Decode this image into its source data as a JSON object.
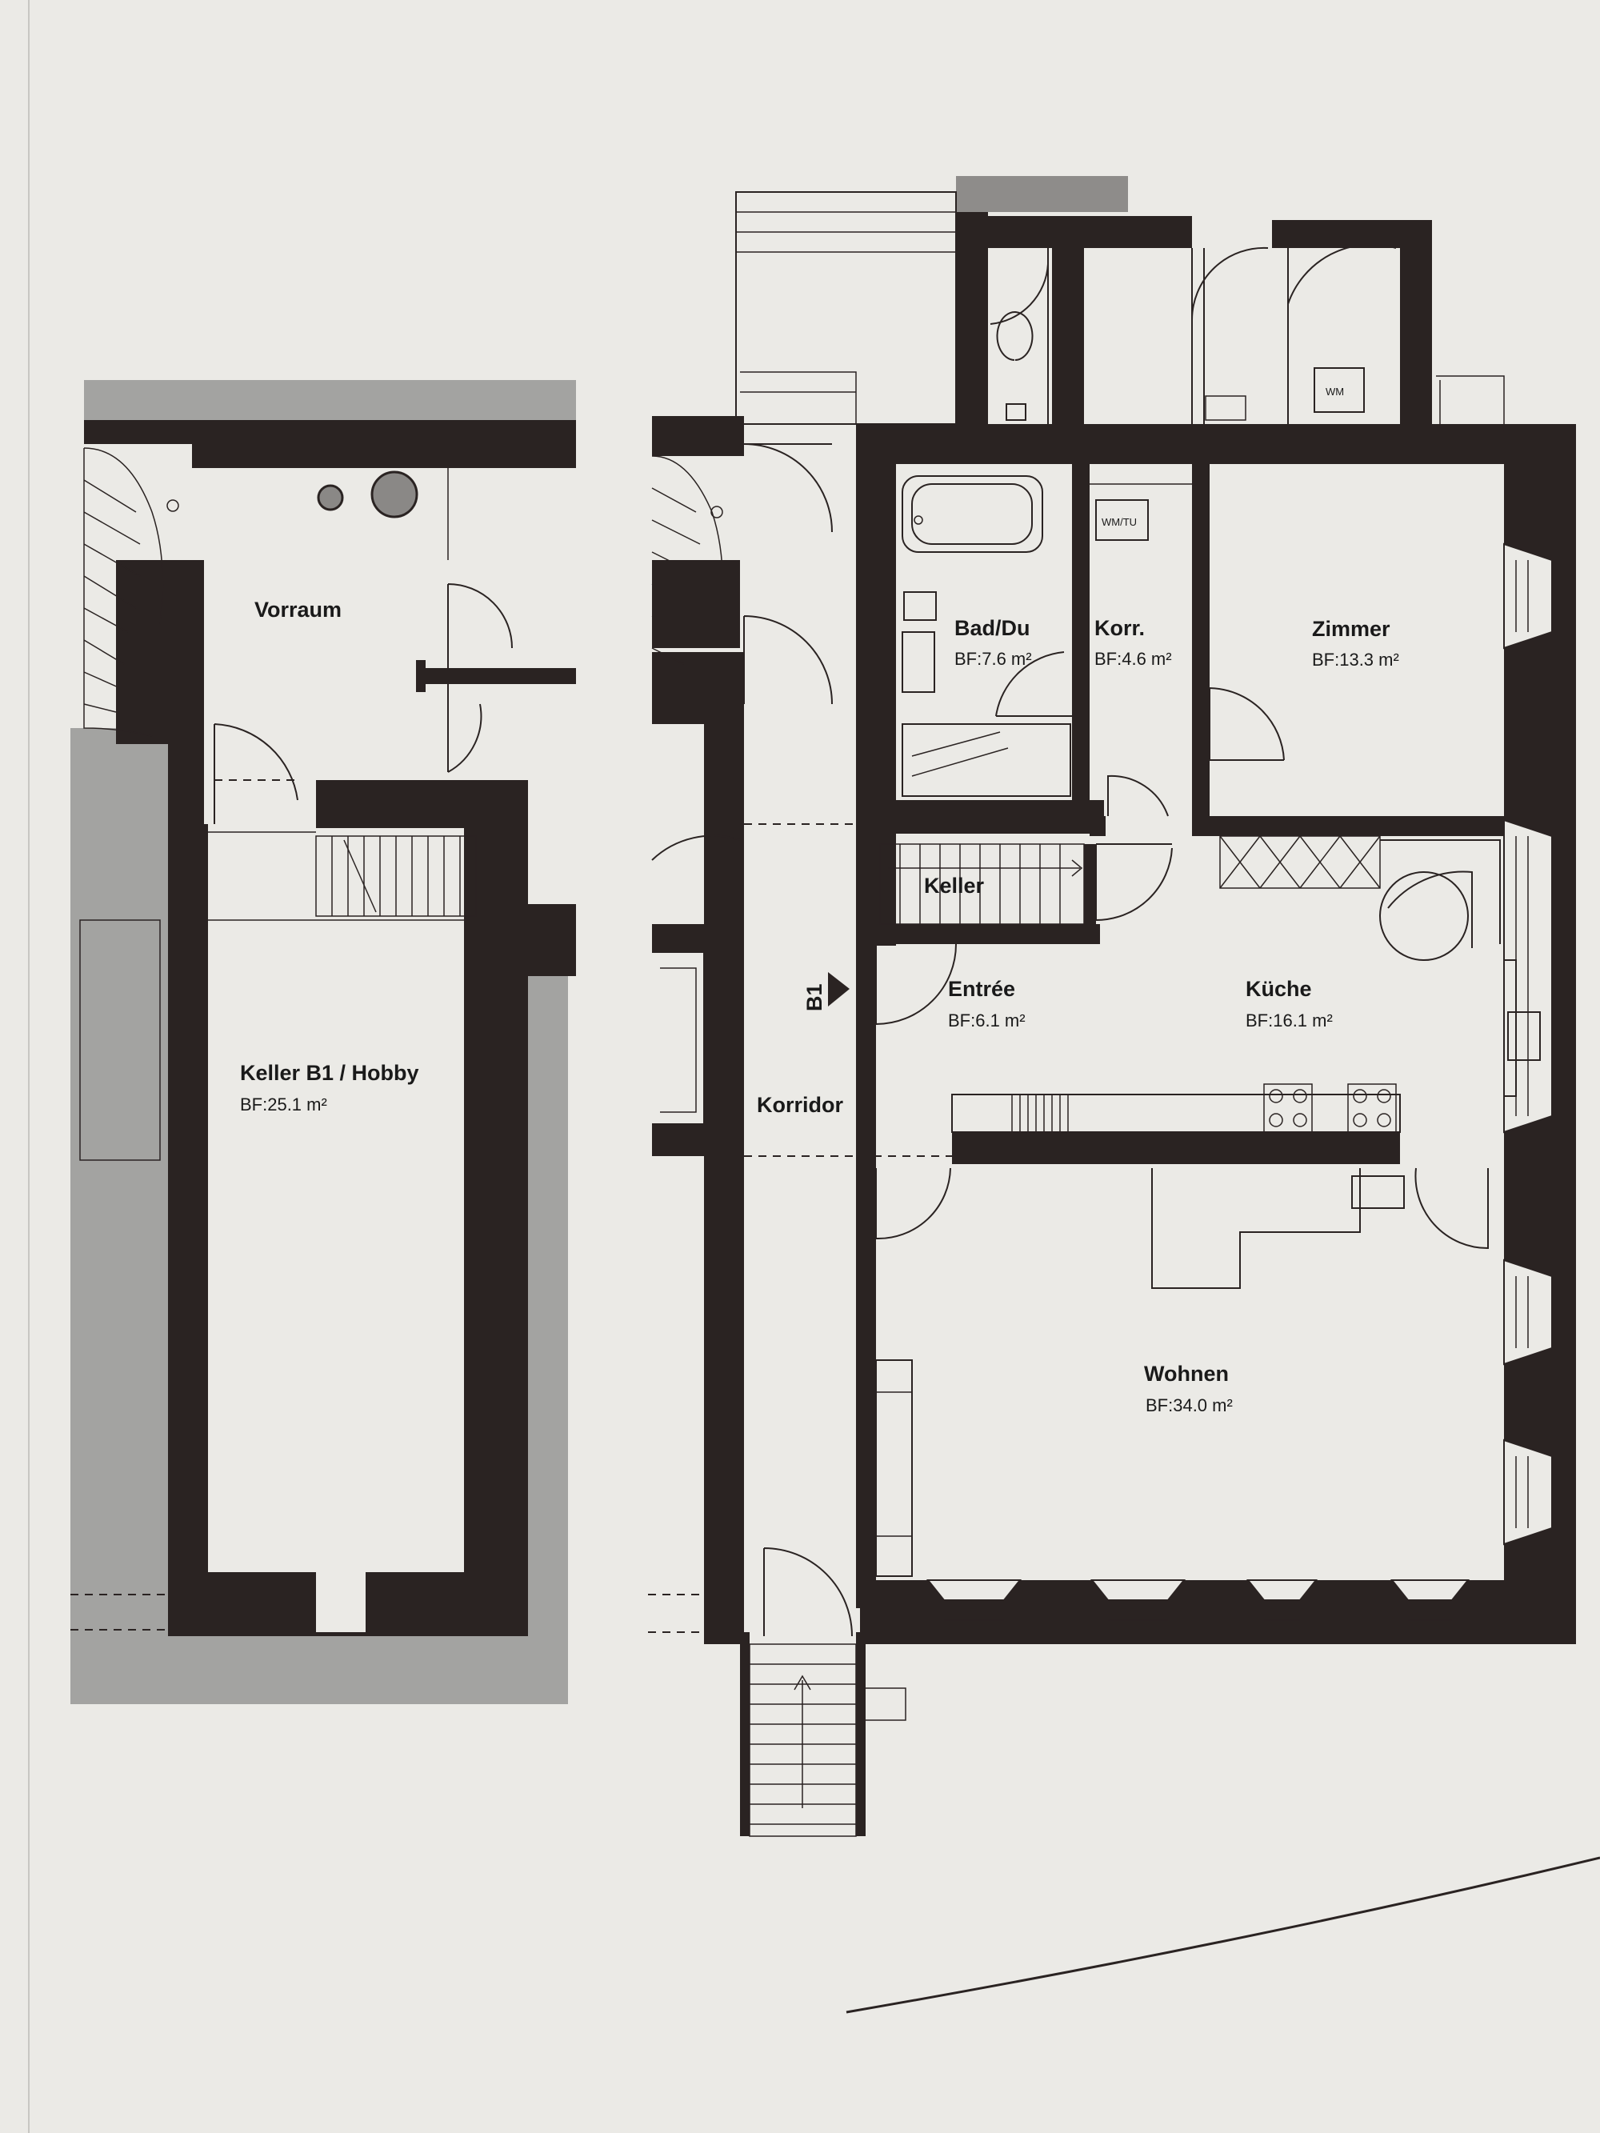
{
  "rooms": {
    "vorraum": {
      "name": "Vorraum"
    },
    "keller_b1": {
      "name": "Keller B1 / Hobby",
      "area": "BF:25.1 m²"
    },
    "bad": {
      "name": "Bad/Du",
      "area": "BF:7.6 m²"
    },
    "korr": {
      "name": "Korr.",
      "area": "BF:4.6 m²"
    },
    "zimmer": {
      "name": "Zimmer",
      "area": "BF:13.3 m²"
    },
    "keller": {
      "name": "Keller"
    },
    "entree": {
      "name": "Entrée",
      "area": "BF:6.1 m²"
    },
    "kueche": {
      "name": "Küche",
      "area": "BF:16.1 m²"
    },
    "korridor": {
      "name": "Korridor"
    },
    "wohnen": {
      "name": "Wohnen",
      "area": "BF:34.0 m²"
    }
  },
  "fixtures": {
    "wm": "WM",
    "wmtu": "WM/TU"
  },
  "markers": {
    "b1": "B1"
  },
  "colors": {
    "paper": "#ebeae6",
    "wall": "#2a2322",
    "shading": "#a3a3a1"
  }
}
